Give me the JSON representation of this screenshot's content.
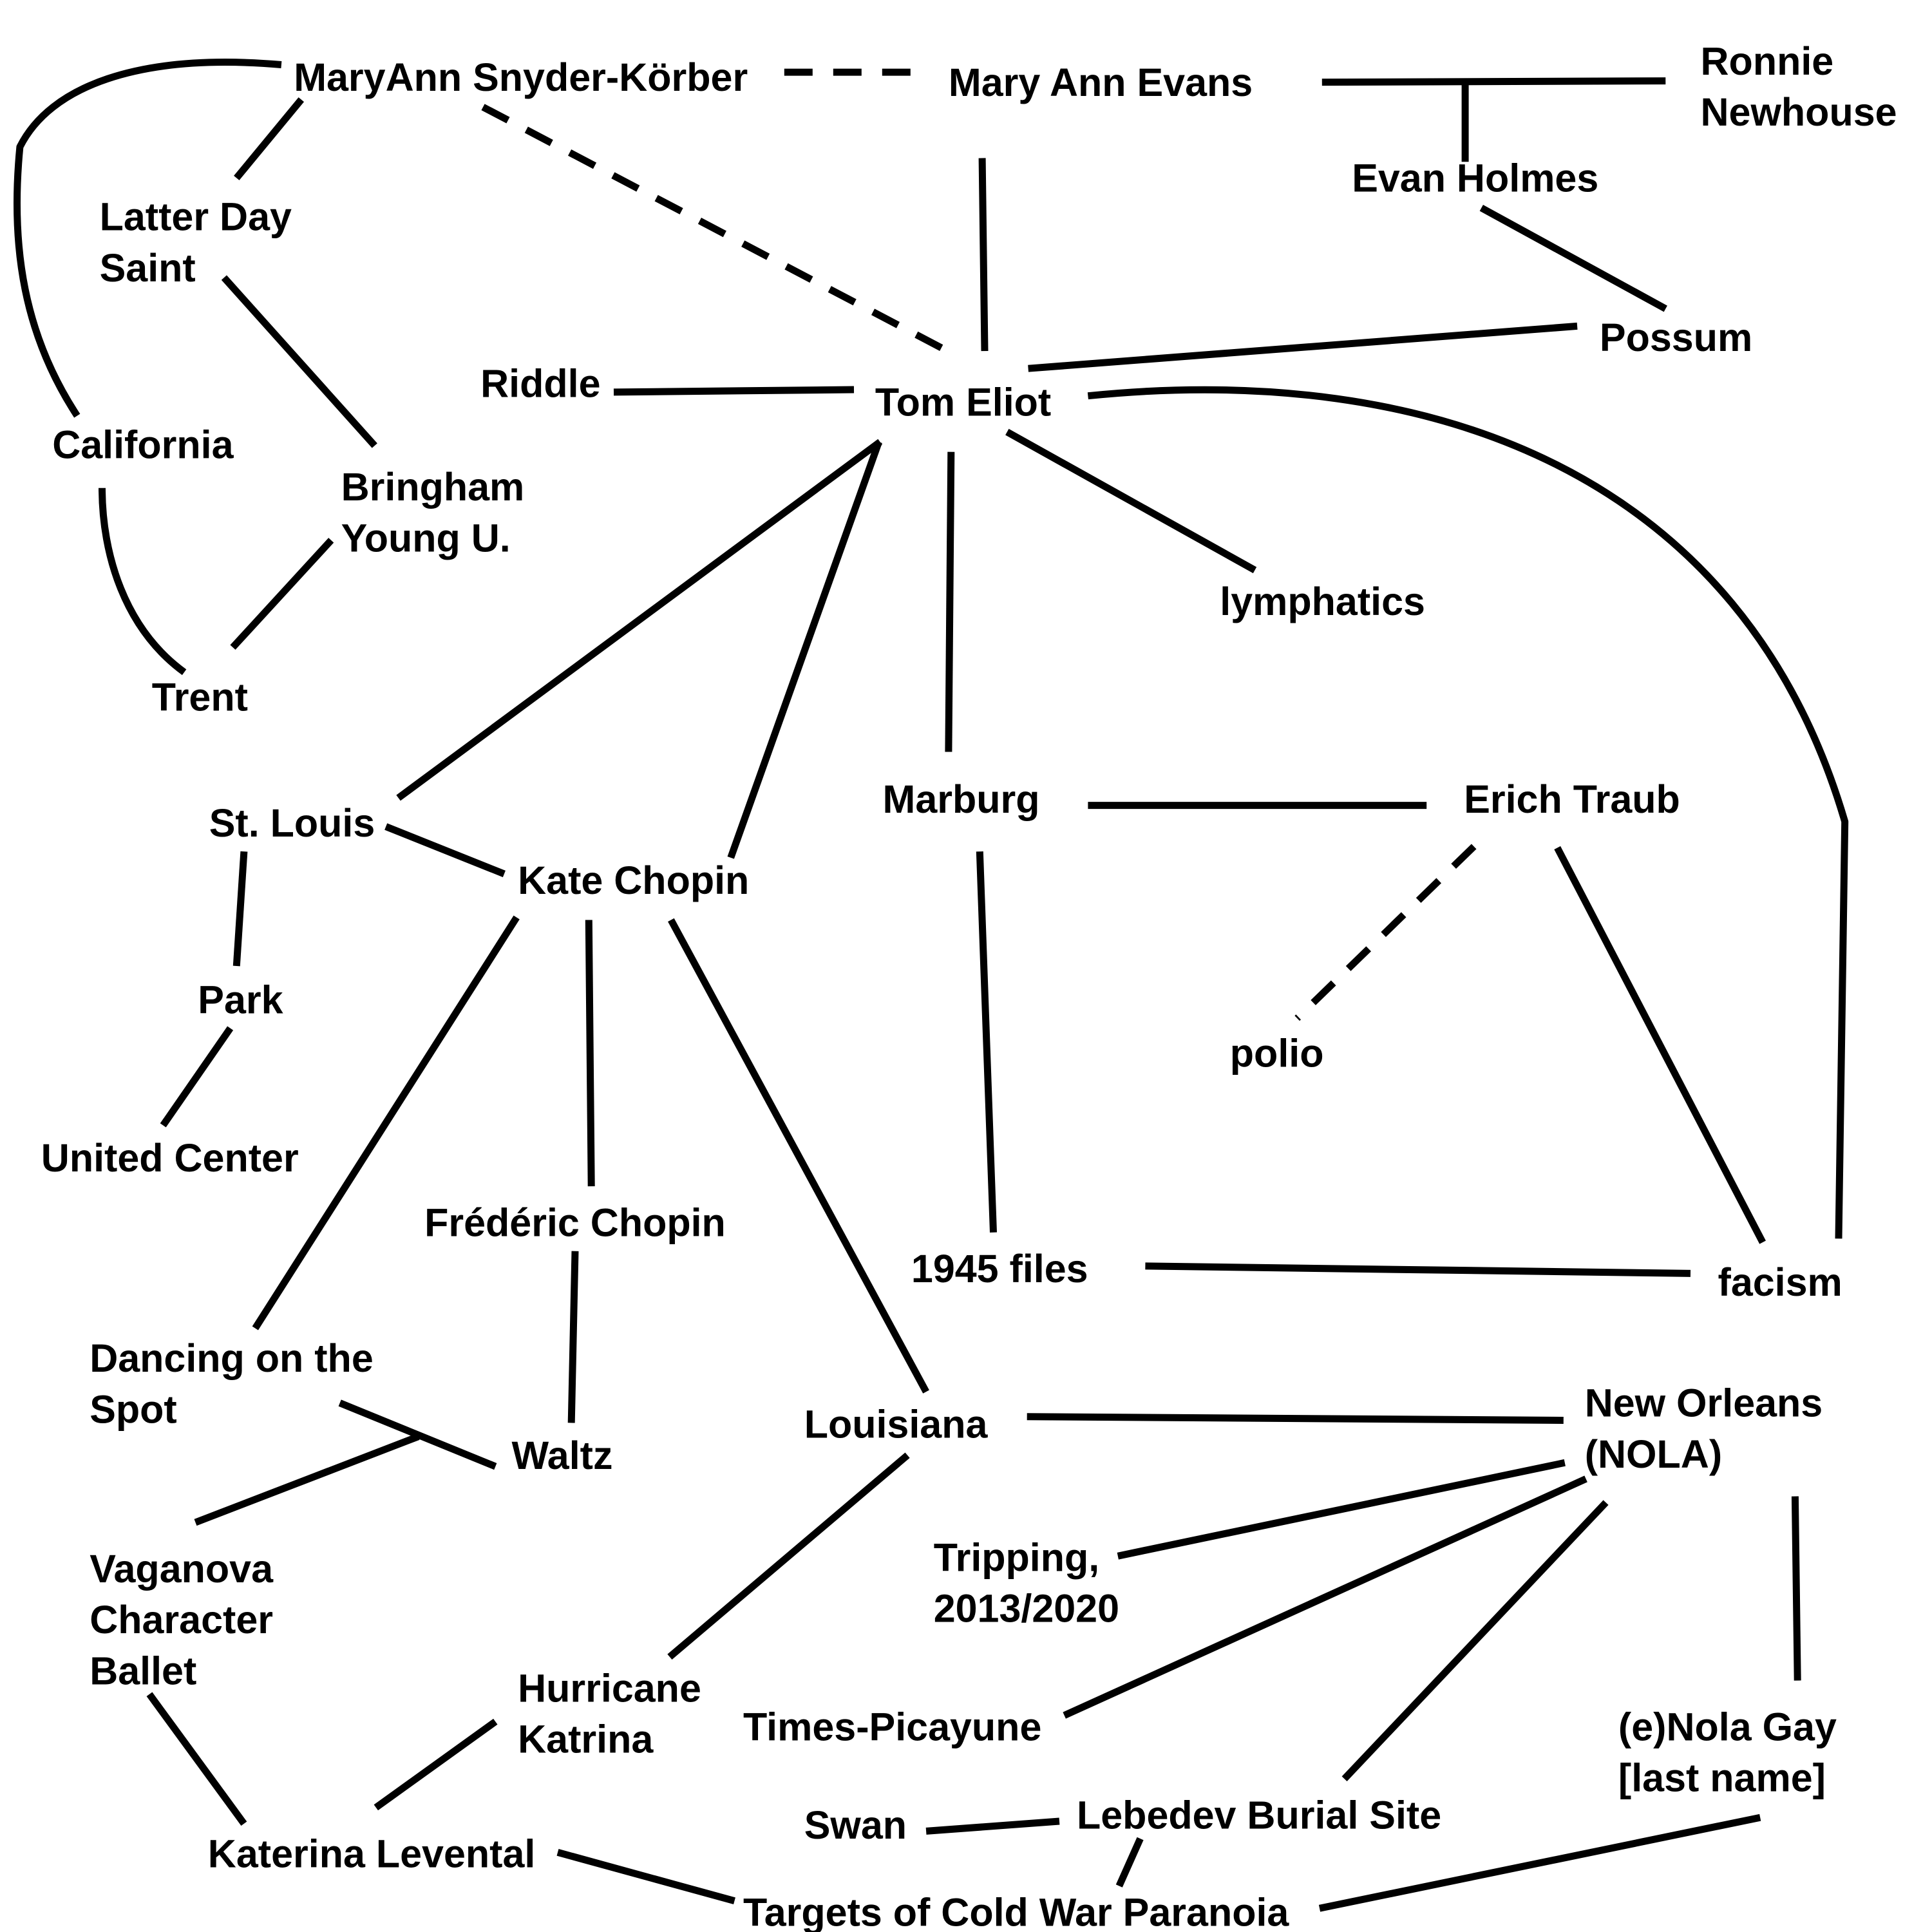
{
  "nodes": {
    "maryann_sk": {
      "lines": [
        "MaryAnn Snyder-Körber"
      ]
    },
    "mary_ann_evans": {
      "lines": [
        "Mary Ann Evans"
      ]
    },
    "ronnie_newhouse": {
      "lines": [
        "Ronnie",
        "Newhouse"
      ]
    },
    "evan_holmes": {
      "lines": [
        "Evan Holmes"
      ]
    },
    "latter_day_saint": {
      "lines": [
        "Latter Day",
        "Saint"
      ]
    },
    "possum": {
      "lines": [
        "Possum"
      ]
    },
    "riddle": {
      "lines": [
        "Riddle"
      ]
    },
    "tom_eliot": {
      "lines": [
        "Tom Eliot"
      ]
    },
    "california": {
      "lines": [
        "California"
      ]
    },
    "bringham_young": {
      "lines": [
        "Bringham",
        "Young U."
      ]
    },
    "lymphatics": {
      "lines": [
        "lymphatics"
      ]
    },
    "trent": {
      "lines": [
        "Trent"
      ]
    },
    "marburg": {
      "lines": [
        "Marburg"
      ]
    },
    "erich_traub": {
      "lines": [
        "Erich Traub"
      ]
    },
    "st_louis": {
      "lines": [
        "St. Louis"
      ]
    },
    "kate_chopin": {
      "lines": [
        "Kate Chopin"
      ]
    },
    "park": {
      "lines": [
        "Park"
      ]
    },
    "polio": {
      "lines": [
        "polio"
      ]
    },
    "united_center": {
      "lines": [
        "United Center"
      ]
    },
    "frederic_chopin": {
      "lines": [
        "Frédéric Chopin"
      ]
    },
    "files_1945": {
      "lines": [
        "1945 files"
      ]
    },
    "facism": {
      "lines": [
        "facism"
      ]
    },
    "dancing_on_the_spot": {
      "lines": [
        "Dancing on the",
        "Spot"
      ]
    },
    "louisiana": {
      "lines": [
        "Louisiana"
      ]
    },
    "new_orleans": {
      "lines": [
        "New Orleans",
        "(NOLA)"
      ]
    },
    "waltz": {
      "lines": [
        "Waltz"
      ]
    },
    "tripping": {
      "lines": [
        "Tripping,",
        "2013/2020"
      ]
    },
    "vaganova": {
      "lines": [
        "Vaganova",
        "Character",
        "Ballet"
      ]
    },
    "hurricane_katrina": {
      "lines": [
        "Hurricane",
        "Katrina"
      ]
    },
    "times_picayune": {
      "lines": [
        "Times-Picayune"
      ]
    },
    "enola_gay": {
      "lines": [
        "(e)Nola Gay",
        "[last name]"
      ]
    },
    "swan": {
      "lines": [
        "Swan"
      ]
    },
    "lebedev": {
      "lines": [
        "Lebedev Burial Site"
      ]
    },
    "katerina_levental": {
      "lines": [
        "Katerina Levental"
      ]
    },
    "targets_cold_war": {
      "lines": [
        "Targets of Cold War Paranoia"
      ]
    }
  },
  "edges": [
    {
      "from": "maryann_sk",
      "to": "mary_ann_evans",
      "style": "dashed"
    },
    {
      "from": "maryann_sk",
      "to": "tom_eliot",
      "style": "dashed"
    },
    {
      "from": "maryann_sk",
      "to": "latter_day_saint",
      "style": "solid"
    },
    {
      "from": "maryann_sk",
      "to": "california",
      "style": "solid"
    },
    {
      "from": "mary_ann_evans",
      "to": "ronnie_newhouse",
      "style": "solid"
    },
    {
      "from": "mary_ann_evans",
      "to": "evan_holmes",
      "style": "solid"
    },
    {
      "from": "mary_ann_evans",
      "to": "tom_eliot",
      "style": "solid"
    },
    {
      "from": "evan_holmes",
      "to": "possum",
      "style": "solid"
    },
    {
      "from": "possum",
      "to": "tom_eliot",
      "style": "solid"
    },
    {
      "from": "latter_day_saint",
      "to": "bringham_young",
      "style": "solid"
    },
    {
      "from": "bringham_young",
      "to": "trent",
      "style": "solid"
    },
    {
      "from": "california",
      "to": "trent",
      "style": "solid"
    },
    {
      "from": "riddle",
      "to": "tom_eliot",
      "style": "solid"
    },
    {
      "from": "tom_eliot",
      "to": "lymphatics",
      "style": "solid"
    },
    {
      "from": "tom_eliot",
      "to": "marburg",
      "style": "solid"
    },
    {
      "from": "tom_eliot",
      "to": "st_louis",
      "style": "solid"
    },
    {
      "from": "tom_eliot",
      "to": "kate_chopin",
      "style": "solid"
    },
    {
      "from": "tom_eliot",
      "to": "facism",
      "style": "solid"
    },
    {
      "from": "marburg",
      "to": "erich_traub",
      "style": "solid"
    },
    {
      "from": "marburg",
      "to": "files_1945",
      "style": "solid"
    },
    {
      "from": "erich_traub",
      "to": "polio",
      "style": "dotted"
    },
    {
      "from": "erich_traub",
      "to": "facism",
      "style": "solid"
    },
    {
      "from": "files_1945",
      "to": "facism",
      "style": "solid"
    },
    {
      "from": "st_louis",
      "to": "kate_chopin",
      "style": "solid"
    },
    {
      "from": "st_louis",
      "to": "park",
      "style": "solid"
    },
    {
      "from": "park",
      "to": "united_center",
      "style": "solid"
    },
    {
      "from": "kate_chopin",
      "to": "dancing_on_the_spot",
      "style": "solid"
    },
    {
      "from": "kate_chopin",
      "to": "frederic_chopin",
      "style": "solid"
    },
    {
      "from": "kate_chopin",
      "to": "louisiana",
      "style": "solid"
    },
    {
      "from": "frederic_chopin",
      "to": "waltz",
      "style": "solid"
    },
    {
      "from": "dancing_on_the_spot",
      "to": "waltz",
      "style": "solid"
    },
    {
      "from": "waltz",
      "to": "vaganova",
      "style": "solid"
    },
    {
      "from": "vaganova",
      "to": "katerina_levental",
      "style": "solid"
    },
    {
      "from": "louisiana",
      "to": "new_orleans",
      "style": "solid"
    },
    {
      "from": "louisiana",
      "to": "hurricane_katrina",
      "style": "solid"
    },
    {
      "from": "hurricane_katrina",
      "to": "katerina_levental",
      "style": "solid"
    },
    {
      "from": "new_orleans",
      "to": "tripping",
      "style": "solid"
    },
    {
      "from": "new_orleans",
      "to": "times_picayune",
      "style": "solid"
    },
    {
      "from": "new_orleans",
      "to": "lebedev",
      "style": "solid"
    },
    {
      "from": "new_orleans",
      "to": "enola_gay",
      "style": "solid"
    },
    {
      "from": "swan",
      "to": "lebedev",
      "style": "solid"
    },
    {
      "from": "lebedev",
      "to": "targets_cold_war",
      "style": "solid"
    },
    {
      "from": "katerina_levental",
      "to": "targets_cold_war",
      "style": "solid"
    },
    {
      "from": "enola_gay",
      "to": "targets_cold_war",
      "style": "solid"
    }
  ],
  "colors": {
    "line": "#000000",
    "text": "#000000",
    "background": "#ffffff"
  }
}
